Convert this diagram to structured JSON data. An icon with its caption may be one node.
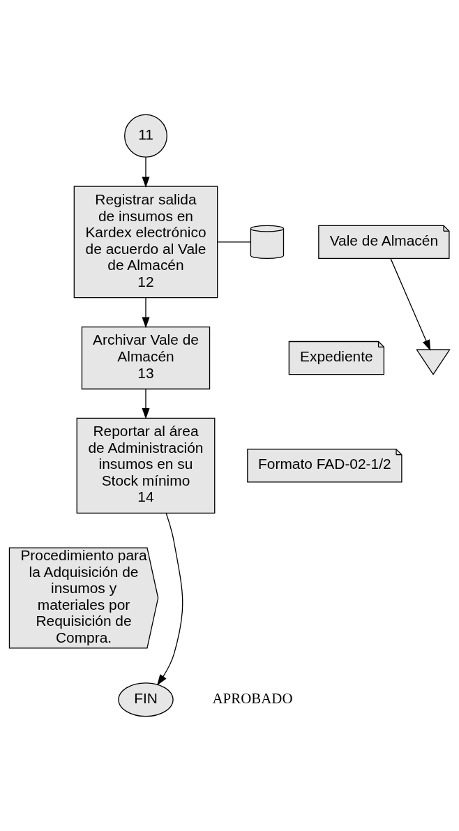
{
  "diagram": {
    "nodes": [
      {
        "text": [
          "11"
        ]
      },
      {
        "text": [
          "Registrar salida de insumos en Kardex electrónico de acuerdo al Vale de Almacén",
          "12"
        ]
      },
      {
        "text": [],
        "shape": "cylinder"
      },
      {
        "text": [
          "Archivar Vale de Almacén",
          "13"
        ]
      },
      {
        "text": [
          "Expediente"
        ]
      },
      {
        "text": [
          "Vale de Almacén"
        ]
      },
      {
        "text": [],
        "shape": "triangle"
      },
      {
        "text": [
          "Reportar al área de Administración insumos en su Stock mínimo",
          "14"
        ]
      },
      {
        "text": [
          "Formato FAD-02-1/2"
        ]
      },
      {
        "text": [
          "Procedimiento para la Adquisición de insumos y materiales por Requisición de Compra."
        ]
      },
      {
        "text": [
          "FIN"
        ]
      }
    ],
    "edges": [
      {
        "from": 0,
        "to": 1,
        "arrow": "to"
      },
      {
        "from": 1,
        "to": 2,
        "arrow": "none"
      },
      {
        "from": 1,
        "to": 3,
        "arrow": "to"
      },
      {
        "from": 5,
        "to": 6,
        "arrow": "to"
      },
      {
        "from": 3,
        "to": 7,
        "arrow": "to"
      },
      {
        "from": 7,
        "to": 10,
        "arrow": "to"
      }
    ],
    "labels": [
      "APROBADO"
    ]
  }
}
